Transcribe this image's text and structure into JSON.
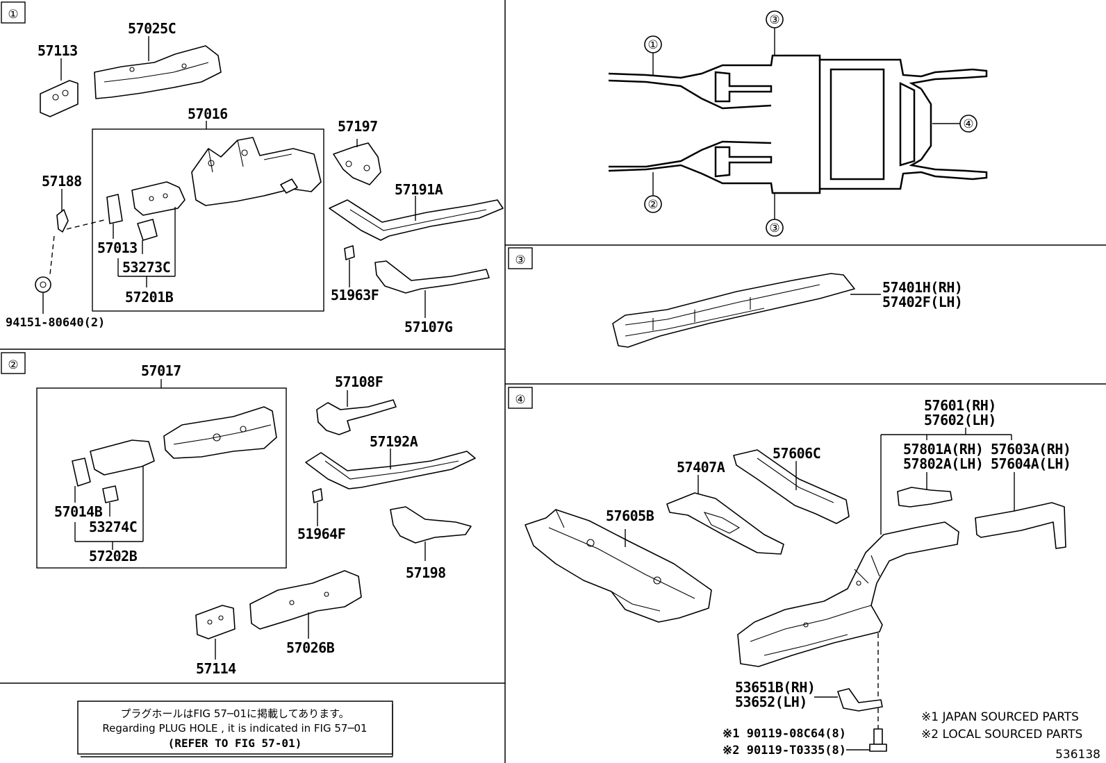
{
  "sections": [
    {
      "label": "①"
    },
    {
      "label": "②"
    },
    {
      "label": "③"
    },
    {
      "label": "④"
    }
  ],
  "overview": {
    "callout_1": "①",
    "callout_2": "②",
    "callout_3_top": "③",
    "callout_3_bottom": "③",
    "callout_4": "④"
  },
  "parts_1": {
    "p57113": "57113",
    "p57025C": "57025C",
    "p57016": "57016",
    "p57197": "57197",
    "p57188": "57188",
    "p57191A": "57191A",
    "p57013": "57013",
    "p53273C": "53273C",
    "p57201B": "57201B",
    "p51963F": "51963F",
    "p94151": "94151-80640(2)",
    "p57107G": "57107G"
  },
  "parts_2": {
    "p57017": "57017",
    "p57108F": "57108F",
    "p57192A": "57192A",
    "p57014B": "57014B",
    "p53274C": "53274C",
    "p57202B": "57202B",
    "p51964F": "51964F",
    "p57198": "57198",
    "p57026B": "57026B",
    "p57114": "57114"
  },
  "parts_3": {
    "p57401H": "57401H(RH)",
    "p57402F": "57402F(LH)"
  },
  "parts_4": {
    "p57601": "57601(RH)",
    "p57602": "57602(LH)",
    "p57606C": "57606C",
    "p57407A": "57407A",
    "p57801A": "57801A(RH)",
    "p57802A": "57802A(LH)",
    "p57603A": "57603A(RH)",
    "p57604A": "57604A(LH)",
    "p57605B": "57605B",
    "p53651B": "53651B(RH)",
    "p53652": "53652(LH)",
    "bolt1": "※1 90119-08C64(8)",
    "bolt2": "※2 90119-T0335(8)"
  },
  "legend": {
    "japan": "※1 JAPAN SOURCED PARTS",
    "local": "※2 LOCAL SOURCED PARTS"
  },
  "note": {
    "jp": "プラグホールはFIG 57─01に掲載してあります。",
    "en": "Regarding  PLUG  HOLE , it is indicated in FIG  57─01",
    "ref": "(REFER TO FIG 57-01)"
  },
  "figure_id": "536138"
}
